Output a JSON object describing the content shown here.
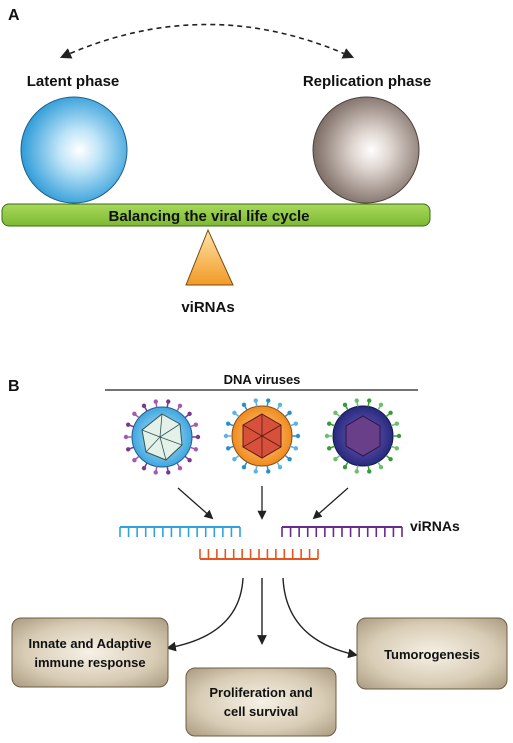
{
  "panel_a": {
    "label": "A",
    "latent_label": "Latent phase",
    "replication_label": "Replication phase",
    "beam_label": "Balancing the viral life cycle",
    "fulcrum_label": "viRNAs"
  },
  "panel_b": {
    "label": "B",
    "group_label": "DNA viruses",
    "virirna_label": "viRNAs",
    "outcomes": {
      "immune_line1": "Innate and Adaptive",
      "immune_line2": "immune response",
      "prolif_line1": "Proliferation and",
      "prolif_line2": "cell survival",
      "tumor": "Tumorogenesis"
    }
  },
  "colors": {
    "latent_sphere": "#3aa7e0",
    "replication_sphere": "#8a7d76",
    "beam": "#8cc63f",
    "fulcrum": "#f6a635",
    "virus1_capsid": "#5bb8e6",
    "virus2_capsid": "#f39c2e",
    "virus3_capsid": "#3a3f9a",
    "rna_blue": "#2fa3dc",
    "rna_purple": "#6b2a8a",
    "rna_orange": "#e8541e",
    "outcome_box": "#c9bea7"
  }
}
